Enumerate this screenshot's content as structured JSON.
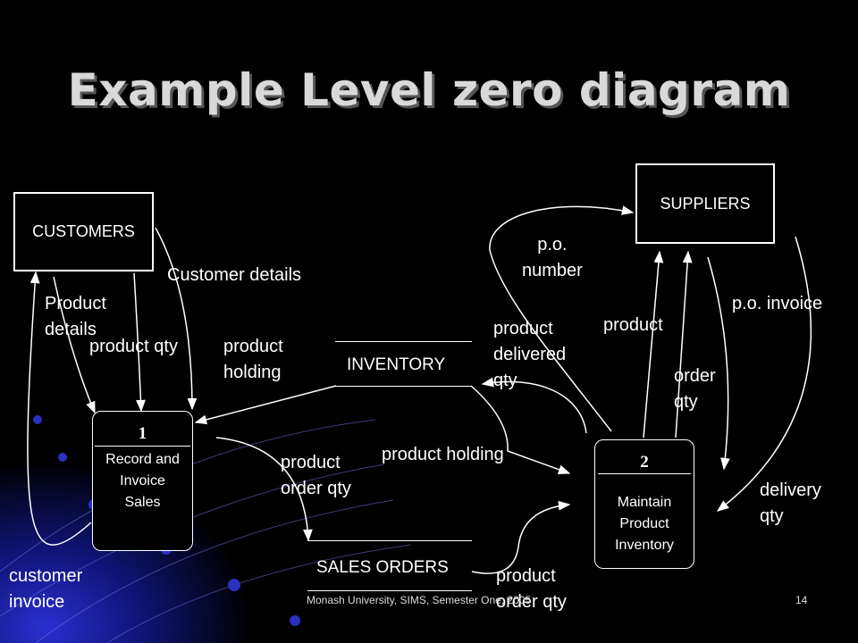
{
  "title": "Example Level zero diagram",
  "externals": {
    "customers": "CUSTOMERS",
    "suppliers": "SUPPLIERS"
  },
  "stores": {
    "inventory": "INVENTORY",
    "sales_orders": "SALES ORDERS"
  },
  "processes": [
    {
      "number": "1",
      "name": "Record and\nInvoice\nSales"
    },
    {
      "number": "2",
      "name": "Maintain\nProduct\nInventory"
    }
  ],
  "flows": {
    "customer_details": "Customer details",
    "product_details": "Product\ndetails",
    "product_qty": "product qty",
    "product_holding_left": "product\nholding",
    "customer_invoice": "customer\ninvoice",
    "product_order_qty_left": "product\norder qty",
    "product_holding_mid": "product holding",
    "product_delivered_qty": "product\ndelivered\nqty",
    "po_number": "p.o.\nnumber",
    "product_right": "product",
    "order_qty": "order\nqty",
    "po_invoice": "p.o. invoice",
    "delivery_qty": "delivery\nqty",
    "product_order_qty_bottom": "product\norder qty"
  },
  "footer": {
    "text": "Monash University, SIMS, Semester One, 2005",
    "page": "14"
  }
}
